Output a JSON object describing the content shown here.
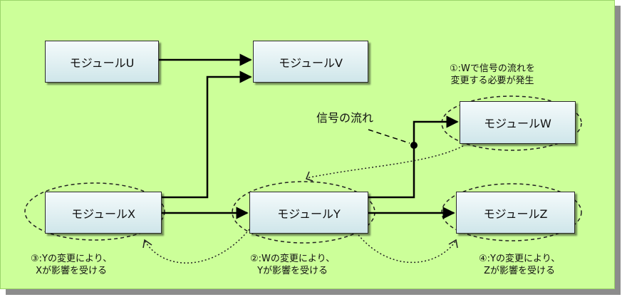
{
  "modules": {
    "u": "モジュールU",
    "v": "モジュールV",
    "w": "モジュールW",
    "x": "モジュールX",
    "y": "モジュールY",
    "z": "モジュールZ"
  },
  "signal_flow_label": "信号の流れ",
  "notes": {
    "w": [
      "①:Wで信号の流れを",
      "変更する必要が発生"
    ],
    "y": [
      "②:Wの変更により、",
      "Yが影響を受ける"
    ],
    "x": [
      "③:Yの変更により、",
      "Xが影響を受ける"
    ],
    "z": [
      "④:Yの変更により、",
      "Zが影響を受ける"
    ]
  }
}
